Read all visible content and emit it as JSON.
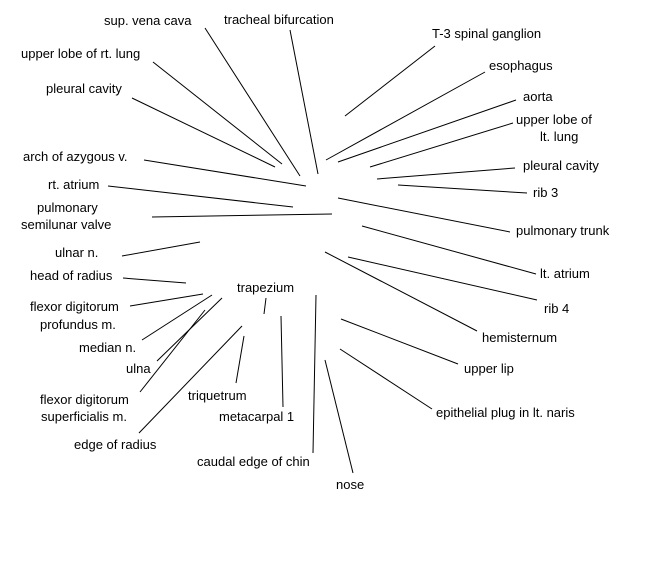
{
  "labels": {
    "sup_vena_cava": "sup. vena cava",
    "tracheal_bifurcation": "tracheal bifurcation",
    "t3_spinal_ganglion": "T-3 spinal ganglion",
    "upper_lobe_rt_lung": "upper lobe of rt. lung",
    "esophagus": "esophagus",
    "pleural_cavity_left": "pleural cavity",
    "aorta": "aorta",
    "upper_lobe_lt_lung_1": "upper lobe of",
    "upper_lobe_lt_lung_2": "lt. lung",
    "arch_of_azygous": "arch of azygous v.",
    "pleural_cavity_right": "pleural cavity",
    "rt_atrium": "rt. atrium",
    "rib_3": "rib 3",
    "pulmonary_semilunar_valve_1": "pulmonary",
    "pulmonary_semilunar_valve_2": "semilunar valve",
    "pulmonary_trunk": "pulmonary trunk",
    "ulnar_n": "ulnar n.",
    "lt_atrium": "lt. atrium",
    "head_of_radius": "head of radius",
    "trapezium": "trapezium",
    "rib_4": "rib 4",
    "flexor_digitorum_profundus_1": "flexor digitorum",
    "flexor_digitorum_profundus_2": "profundus m.",
    "hemisternum": "hemisternum",
    "median_n": "median n.",
    "upper_lip": "upper lip",
    "ulna": "ulna",
    "triquetrum": "triquetrum",
    "flexor_digitorum_superficialis_1": "flexor digitorum",
    "flexor_digitorum_superficialis_2": "superficialis m.",
    "epithelial_plug": "epithelial plug in lt. naris",
    "metacarpal_1": "metacarpal 1",
    "edge_of_radius": "edge of radius",
    "caudal_edge_of_chin": "caudal edge of chin",
    "nose": "nose"
  }
}
